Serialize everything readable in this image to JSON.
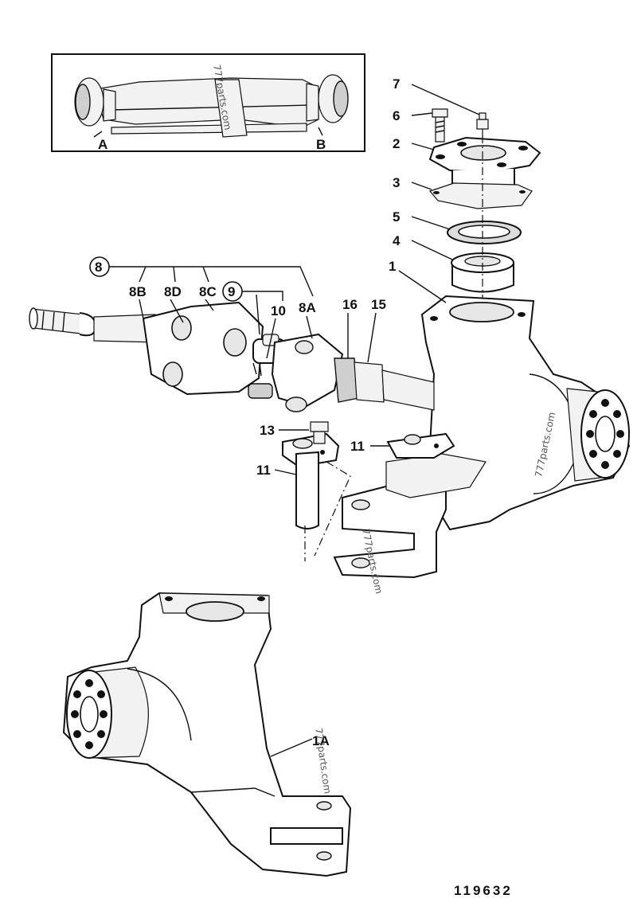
{
  "diagram": {
    "inset_labels": {
      "left": "A",
      "right": "B"
    },
    "callouts": {
      "c1": "1",
      "c1a": "1A",
      "c2": "2",
      "c3": "3",
      "c4": "4",
      "c5": "5",
      "c6": "6",
      "c7": "7",
      "c8": "8",
      "c8a": "8A",
      "c8b": "8B",
      "c8c": "8C",
      "c8d": "8D",
      "c9": "9",
      "c10": "10",
      "c11_left": "11",
      "c11_right": "11",
      "c13": "13",
      "c15": "15",
      "c16": "16"
    },
    "watermark": "777parts.com",
    "reference_number": "119632"
  }
}
